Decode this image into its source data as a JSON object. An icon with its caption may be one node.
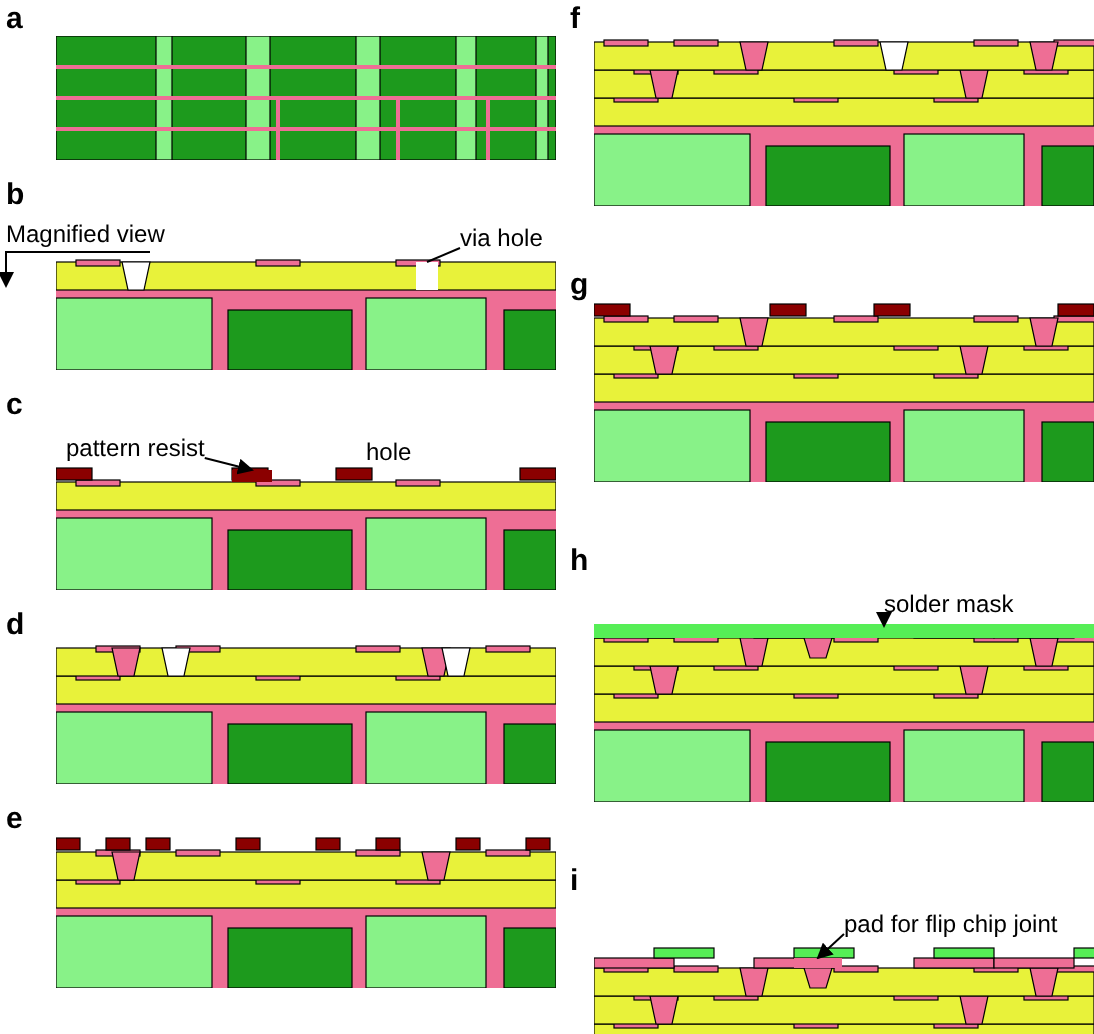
{
  "diagram": {
    "nodes": [
      {
        "text": [
          "a"
        ]
      },
      {
        "text": [
          "b"
        ]
      },
      {
        "text": [
          "c"
        ]
      },
      {
        "text": [
          "d"
        ]
      },
      {
        "text": [
          "e"
        ]
      },
      {
        "text": [
          "f"
        ]
      },
      {
        "text": [
          "g"
        ]
      },
      {
        "text": [
          "h"
        ]
      },
      {
        "text": [
          "i"
        ]
      },
      {
        "text": [
          "via hole"
        ]
      },
      {
        "text": [],
        "shape": "box"
      },
      {
        "text": [
          "pattern resist"
        ]
      },
      {
        "text": [],
        "shape": "box"
      },
      {
        "text": [
          "solder mask"
        ],
        "in": 7
      },
      {
        "text": [],
        "shape": "box",
        "in": 7
      },
      {
        "text": [
          "pad for flip chip joint"
        ],
        "in": 8
      },
      {
        "text": [],
        "shape": "box",
        "in": 8
      }
    ],
    "edges": [
      {
        "from": 9,
        "to": 10,
        "arrow": "none"
      },
      {
        "from": 11,
        "to": 12,
        "arrow": "to"
      },
      {
        "from": 13,
        "to": 14,
        "arrow": "to"
      },
      {
        "from": 15,
        "to": 16,
        "arrow": "to"
      }
    ],
    "labels": [
      "Magnified view",
      "hole"
    ]
  }
}
